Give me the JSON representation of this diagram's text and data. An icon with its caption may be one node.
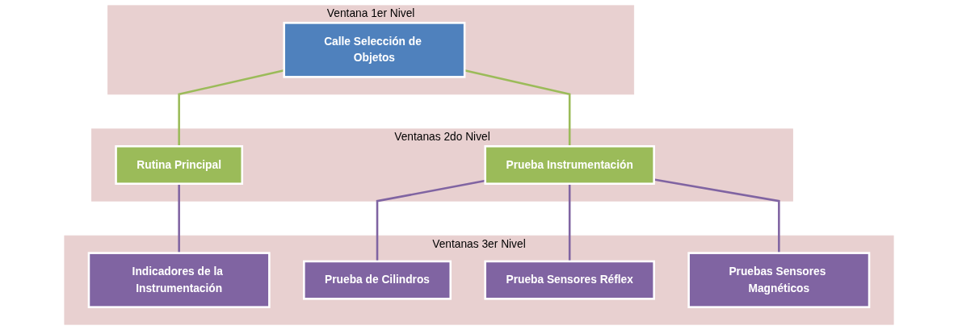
{
  "diagram": {
    "nodes": [
      {
        "text": [
          "Ventana 1er Nivel"
        ]
      },
      {
        "text": [
          "Calle Selección de Objetos"
        ],
        "in": 0
      },
      {
        "text": [
          "Ventanas 2do Nivel"
        ]
      },
      {
        "text": [
          "Rutina Principal"
        ],
        "in": 2
      },
      {
        "text": [
          "Prueba Instrumentación"
        ],
        "in": 2
      },
      {
        "text": [
          "Ventanas 3er Nivel"
        ]
      },
      {
        "text": [
          "Indicadores de la Instrumentación"
        ],
        "in": 5
      },
      {
        "text": [
          "Prueba de Cilindros"
        ],
        "in": 5
      },
      {
        "text": [
          "Prueba Sensores Réflex"
        ],
        "in": 5
      },
      {
        "text": [
          "Pruebas Sensores Magnéticos"
        ],
        "in": 5
      }
    ],
    "edges": [
      {
        "from": 1,
        "to": 3,
        "arrow": "none",
        "color": "#9bbb59"
      },
      {
        "from": 1,
        "to": 4,
        "arrow": "none",
        "color": "#9bbb59"
      },
      {
        "from": 3,
        "to": 6,
        "arrow": "none"
      },
      {
        "from": 4,
        "to": 7,
        "arrow": "none"
      },
      {
        "from": 4,
        "to": 8,
        "arrow": "none"
      },
      {
        "from": 4,
        "to": 9,
        "arrow": "none"
      }
    ]
  }
}
